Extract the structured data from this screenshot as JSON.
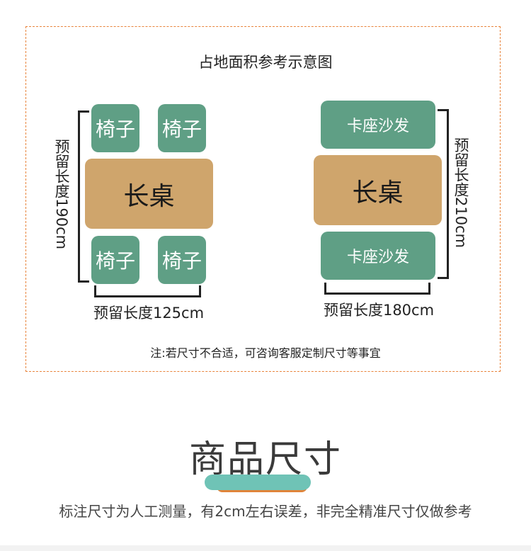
{
  "diagram": {
    "title": "占地面积参考示意图",
    "left": {
      "chair_label": "椅子",
      "table_label": "长桌",
      "vertical_dimension": "预留长度190cm",
      "horizontal_dimension": "预留长度125cm"
    },
    "right": {
      "sofa_label": "卡座沙发",
      "table_label": "长桌",
      "vertical_dimension": "预留长度210cm",
      "horizontal_dimension": "预留长度180cm"
    },
    "note": "注:若尺寸不合适，可咨询客服定制尺寸等事宜"
  },
  "section": {
    "title": "商品尺寸",
    "subtitle": "标注尺寸为人工测量，有2cm左右误差，非完全精准尺寸仅做参考"
  },
  "colors": {
    "frame_border": "#e8843c",
    "chair_sofa": "#5f9f85",
    "table": "#cfa56c",
    "pill_green": "#6fc3b6",
    "pill_orange": "#e0843a"
  }
}
